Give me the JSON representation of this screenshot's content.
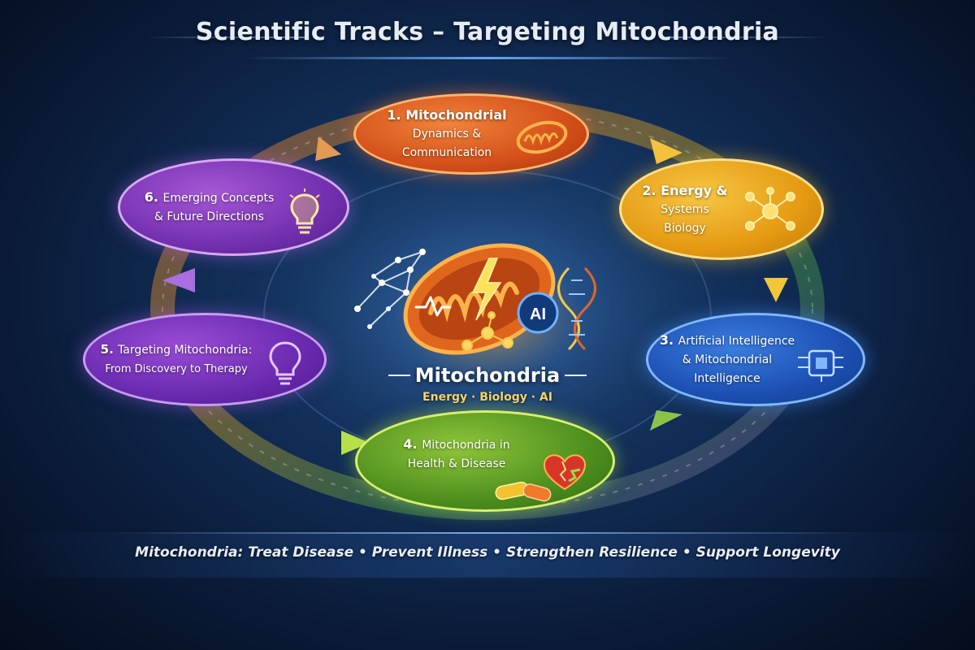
{
  "title": "Scientific Tracks – Targeting Mitochondria",
  "center": {
    "title": "Mitochondria",
    "subtitle": "Energy · Biology · AI",
    "ai_badge": "AI"
  },
  "tracks": [
    {
      "number": "1.",
      "line1": "Mitochondrial",
      "line2": "Dynamics &",
      "line3": "Communication",
      "color": "#d4501a",
      "icon": "mitochondria-icon"
    },
    {
      "number": "2.",
      "line1": "Energy &",
      "line2": "Systems",
      "line3": "Biology",
      "color": "#e59a12",
      "icon": "network-icon"
    },
    {
      "number": "3.",
      "line1": "Artificial Intelligence",
      "line2": "& Mitochondrial",
      "line3": "Intelligence",
      "color": "#1d4fb2",
      "icon": "circuit-icon"
    },
    {
      "number": "4.",
      "line1": "Mitochondria in",
      "line2": "Health & Disease",
      "color": "#4e8f1e",
      "icon": "heart-pill-icon"
    },
    {
      "number": "5.",
      "line1": "Targeting Mitochondria:",
      "line2": "From Discovery to Therapy",
      "color": "#6a2ab0",
      "icon": "lightbulb-icon"
    },
    {
      "number": "6.",
      "line1": "Emerging Concepts",
      "line2": "& Future Directions",
      "color": "#7430b0",
      "icon": "lightbulb-icon"
    }
  ],
  "footer": "Mitochondria:  Treat Disease • Prevent Illness • Strengthen Resilience • Support Longevity"
}
